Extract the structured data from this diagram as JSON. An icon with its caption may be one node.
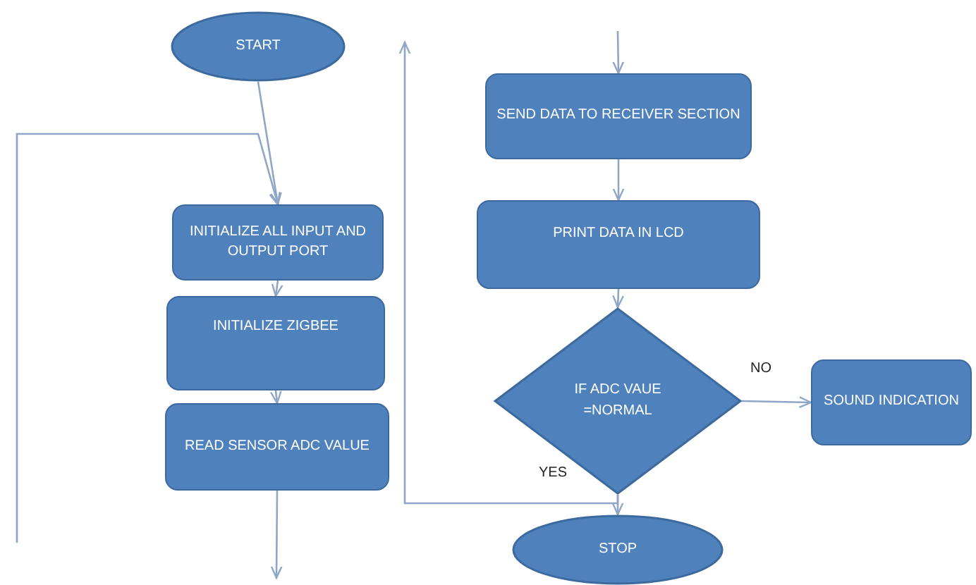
{
  "diagram": {
    "nodes": [
      {
        "text": [
          "START"
        ]
      },
      {
        "text": [
          "INITIALIZE ALL INPUT AND OUTPUT PORT"
        ]
      },
      {
        "text": [
          "INITIALIZE ZIGBEE"
        ]
      },
      {
        "text": [
          "READ SENSOR ADC VALUE"
        ]
      },
      {
        "text": [
          "SEND DATA TO RECEIVER SECTION"
        ]
      },
      {
        "text": [
          "PRINT DATA IN LCD"
        ]
      },
      {
        "text": [
          "IF ADC VAUE =NORMAL"
        ]
      },
      {
        "text": [
          "SOUND INDICATION"
        ]
      },
      {
        "text": [
          "STOP"
        ]
      }
    ],
    "edges": [
      {
        "from": 0,
        "to": 1,
        "arrow": "to"
      },
      {
        "from": null,
        "to": 1,
        "arrow": "to"
      },
      {
        "from": 1,
        "to": 2,
        "arrow": "to"
      },
      {
        "from": 2,
        "to": 3,
        "arrow": "to"
      },
      {
        "from": 3,
        "to": null,
        "arrow": "to"
      },
      {
        "from": null,
        "to": 4,
        "arrow": "to"
      },
      {
        "from": 4,
        "to": 5,
        "arrow": "to"
      },
      {
        "from": 5,
        "to": 6,
        "arrow": "to"
      },
      {
        "from": 6,
        "to": 7,
        "label": "NO",
        "arrow": "to"
      },
      {
        "from": 6,
        "to": 8,
        "arrow": "to"
      },
      {
        "from": 6,
        "to": null,
        "label": "YES",
        "arrow": "to"
      }
    ]
  }
}
